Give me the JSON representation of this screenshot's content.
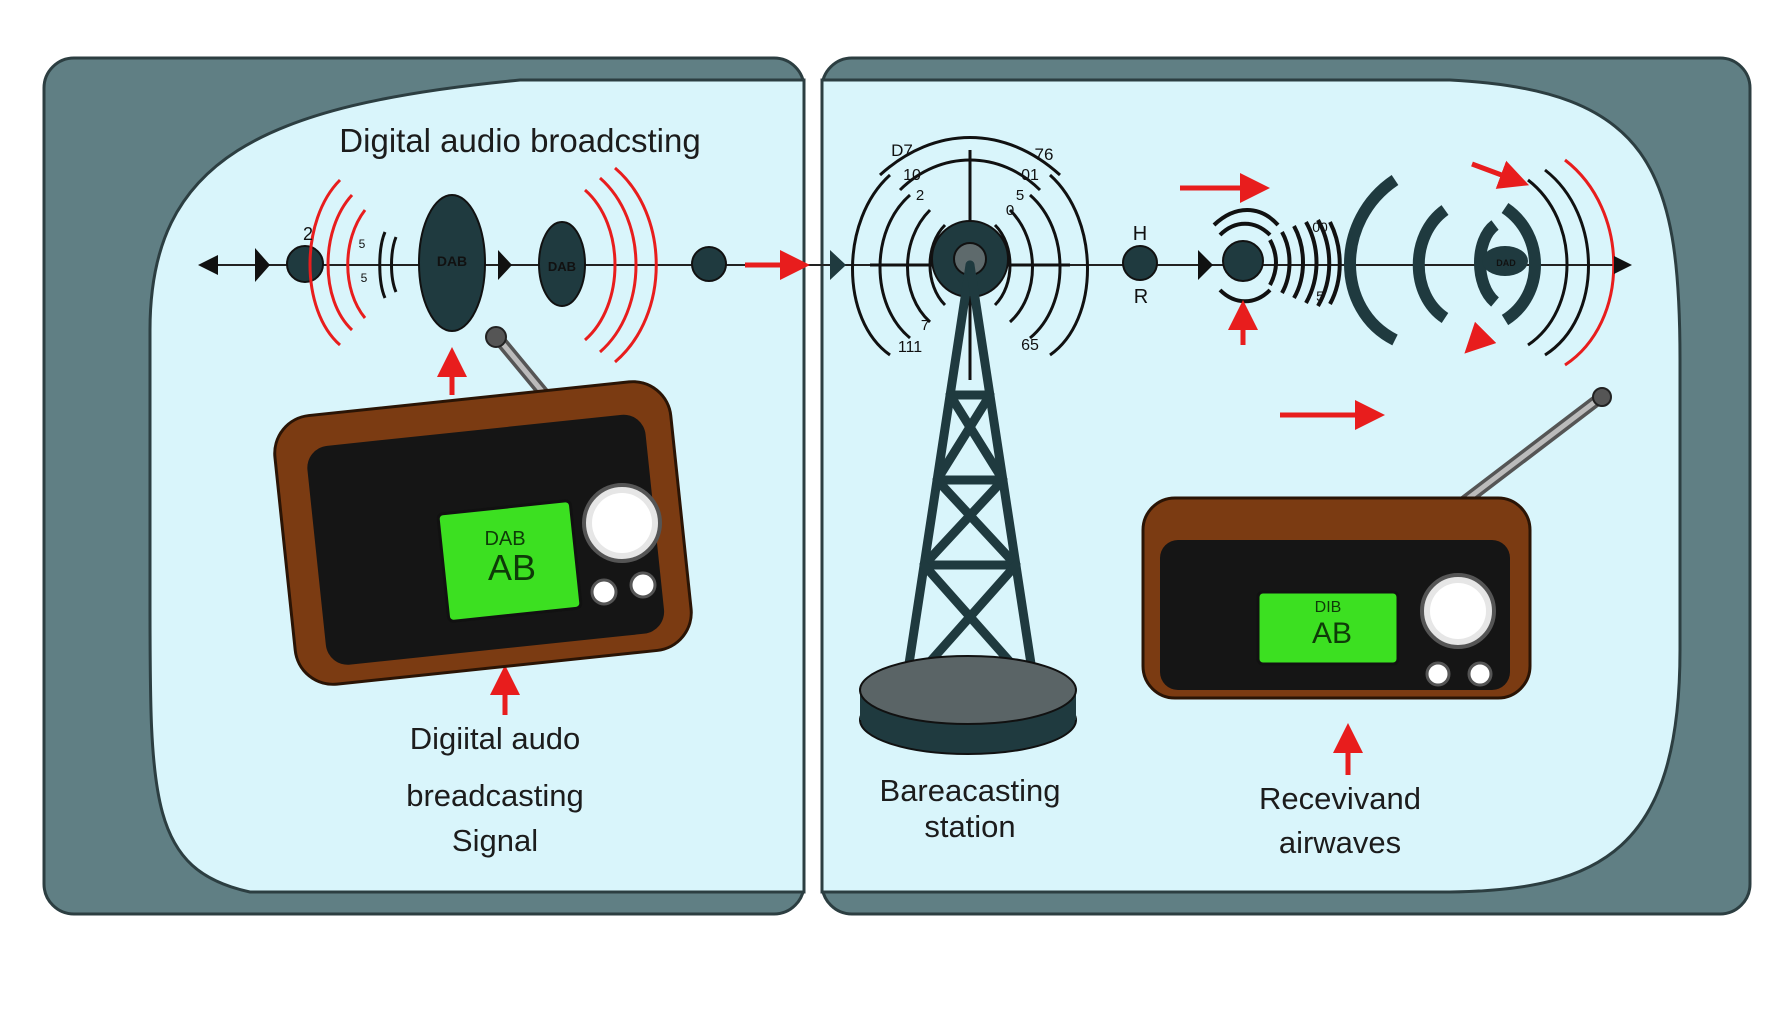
{
  "labels": {
    "title": "Digital audio broadcsting",
    "left_caption_1": "Digiital audo",
    "left_caption_2": "breadcasting",
    "left_caption_3": "Signal",
    "mid_caption_1": "Bareacasting",
    "mid_caption_2": "station",
    "right_caption_1": "Recevivand",
    "right_caption_2": "airwaves"
  },
  "icon_labels": {
    "left_num": "2",
    "left_small_1": "5",
    "left_small_2": "5",
    "dab_a": "DAB",
    "dab_b": "DAB",
    "tower_tl": "D7",
    "tower_tr": "76",
    "tower_n1": "10",
    "tower_n2": "01",
    "tower_n3": "2",
    "tower_n4": "5",
    "tower_n5": "7",
    "tower_n6": "0",
    "tower_bl": "111",
    "tower_br": "65",
    "node_h": "H",
    "node_r": "R",
    "wave_top": "00",
    "wave_bot": "5",
    "dab_right": "DAD"
  },
  "radio_left": {
    "band": "DAB",
    "display": "AB"
  },
  "radio_right": {
    "band": "DIB",
    "display": "AB"
  },
  "colors": {
    "frame": "#607f84",
    "panel": "#d9f5fb",
    "dark": "#1f3a3f",
    "red": "#e81d1d",
    "wood": "#7b3b12",
    "lcd": "#3ce021"
  }
}
